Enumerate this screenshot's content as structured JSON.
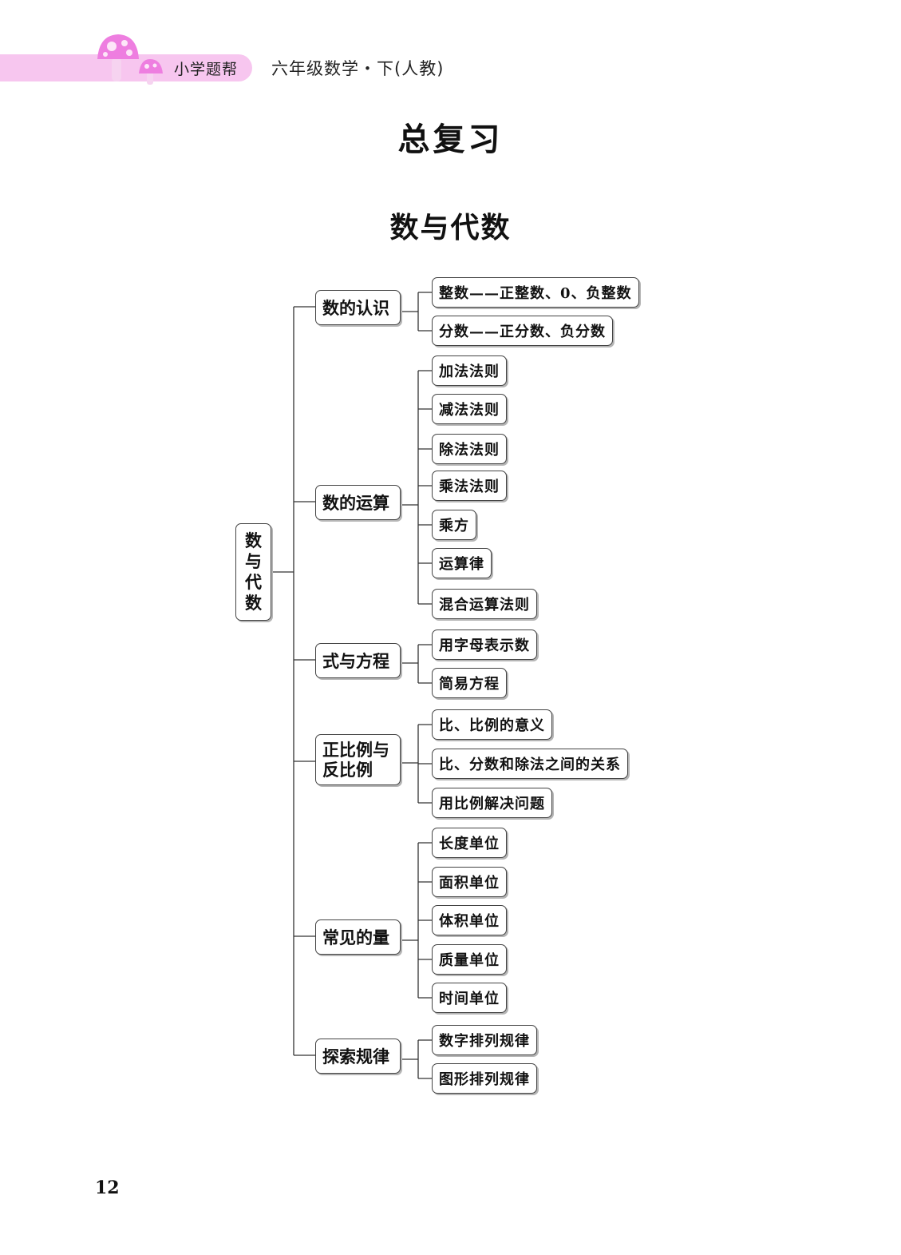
{
  "header": {
    "brand": "小学题帮",
    "book_title": "六年级数学・下(人教)",
    "accent_color": "#f7c6ef",
    "mushroom_color": "#ee7ee0"
  },
  "page_title": "总复习",
  "section_title": "数与代数",
  "tree": {
    "root": [
      "数",
      "与",
      "代",
      "数"
    ],
    "categories": [
      {
        "label": "数的认识",
        "items": [
          "整数——正整数、0、负整数",
          "分数——正分数、负分数"
        ]
      },
      {
        "label": "数的运算",
        "items": [
          "加法法则",
          "减法法则",
          "除法法则",
          "乘法法则",
          "乘方",
          "运算律",
          "混合运算法则"
        ]
      },
      {
        "label": "式与方程",
        "items": [
          "用字母表示数",
          "简易方程"
        ]
      },
      {
        "label": "正比例与反比例",
        "items": [
          "比、比例的意义",
          "比、分数和除法之间的关系",
          "用比例解决问题"
        ]
      },
      {
        "label": "常见的量",
        "items": [
          "长度单位",
          "面积单位",
          "体积单位",
          "质量单位",
          "时间单位"
        ]
      },
      {
        "label": "探索规律",
        "items": [
          "数字排列规律",
          "图形排列规律"
        ]
      }
    ]
  },
  "page_number": "12"
}
